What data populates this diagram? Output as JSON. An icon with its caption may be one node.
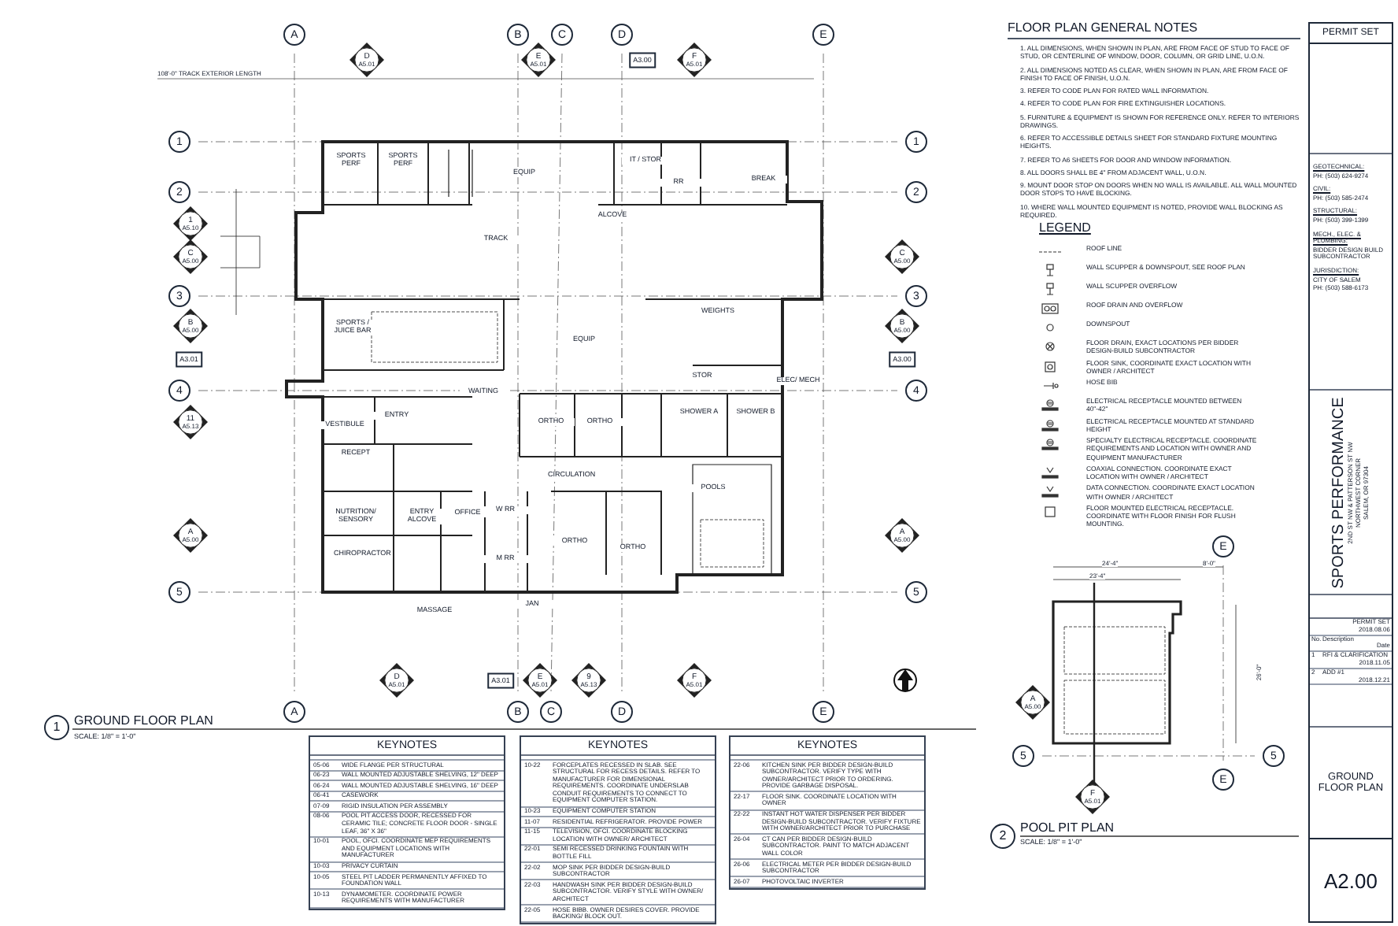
{
  "diagram": {
    "labels": [
      "108'-0\" TRACK EXTERIOR LENGTH",
      "A",
      "B",
      "C",
      "D",
      "E",
      "D",
      "A5.01",
      "E",
      "A5.01",
      "A3.00",
      "F",
      "A5.01",
      "1",
      "2",
      "3",
      "4",
      "5",
      "1",
      "A5.10",
      "C",
      "A5.00",
      "B",
      "A5.00",
      "A3.01",
      "11",
      "A5.13",
      "A",
      "A5.00",
      "1",
      "2",
      "3",
      "4",
      "5",
      "C",
      "A5.00",
      "B",
      "A5.00",
      "A3.00",
      "A",
      "A5.00",
      "SPORTS PERF",
      "SPORTS PERF",
      "EQUIP",
      "IT / STOR",
      "RR",
      "BREAK",
      "ALCOVE",
      "TRACK",
      "SPORTS / JUICE BAR",
      "WEIGHTS",
      "EQUIP",
      "STOR",
      "ELEC/ MECH",
      "WAITING",
      "ENTRY",
      "VESTIBULE",
      "ORTHO",
      "ORTHO",
      "SHOWER A",
      "SHOWER B",
      "RECEPT",
      "CIRCULATION",
      "POOLS",
      "NUTRITION/ SENSORY",
      "ENTRY ALCOVE",
      "OFFICE",
      "W RR",
      "M RR",
      "ORTHO",
      "ORTHO",
      "CHIROPRACTOR",
      "MASSAGE",
      "JAN",
      "D",
      "A5.01",
      "A3.01",
      "E",
      "A5.01",
      "9",
      "A5.13",
      "F",
      "A5.01",
      "A",
      "B",
      "C",
      "D",
      "E",
      "1",
      "GROUND FLOOR PLAN",
      "SCALE: 1/8\" = 1'-0\"",
      "KEYNOTES",
      "05-06",
      "WIDE FLANGE PER STRUCTURAL",
      "06-23",
      "WALL MOUNTED ADJUSTABLE SHELVING, 12\" DEEP",
      "06-24",
      "WALL MOUNTED ADJUSTABLE SHELVING, 16\" DEEP",
      "06-41",
      "CASEWORK",
      "07-09",
      "RIGID INSULATION PER ASSEMBLY",
      "08-06",
      "POOL PIT ACCESS DOOR, RECESSED FOR CERAMIC TILE; CONCRETE FLOOR DOOR - SINGLE LEAF, 36\" X 36\"",
      "10-01",
      "POOL, OFCI. COORDINATE MEP REQUIREMENTS AND EQUIPMENT LOCATIONS WITH MANUFACTURER",
      "10-03",
      "PRIVACY CURTAIN",
      "10-05",
      "STEEL PIT LADDER PERMANENTLY AFFIXED TO FOUNDATION WALL",
      "10-13",
      "DYNAMOMETER. COORDINATE POWER REQUIREMENTS WITH MANUFACTURER",
      "KEYNOTES",
      "10-22",
      "FORCEPLATES RECESSED IN SLAB. SEE STRUCTURAL FOR RECESS DETAILS. REFER TO MANUFACTURER FOR DIMENSIONAL REQUIREMENTS. COORDINATE UNDERSLAB CONDUIT REQUIREMENTS TO CONNECT TO EQUIPMENT COMPUTER STATION.",
      "10-23",
      "EQUIPMENT COMPUTER STATION",
      "11-07",
      "RESIDENTIAL REFRIGERATOR. PROVIDE POWER",
      "11-15",
      "TELEVISION, OFCI. COORDINATE BLOCKING LOCATION WITH OWNER/ ARCHITECT",
      "22-01",
      "SEMI RECESSED DRINKING FOUNTAIN WITH BOTTLE FILL",
      "22-02",
      "MOP SINK PER BIDDER DESIGN-BUILD SUBCONTRACTOR",
      "22-03",
      "HANDWASH SINK PER BIDDER DESIGN-BUILD SUBCONTRACTOR. VERIFY STYLE WITH OWNER/ ARCHITECT",
      "22-05",
      "HOSE BIBB. OWNER DESIRES COVER. PROVIDE BACKING/ BLOCK OUT.",
      "KEYNOTES",
      "22-06",
      "KITCHEN SINK PER BIDDER DESIGN-BUILD SUBCONTRACTOR. VERIFY TYPE WITH OWNER/ARCHITECT PRIOR TO ORDERING. PROVIDE GARBAGE DISPOSAL.",
      "22-17",
      "FLOOR SINK. COORDINATE LOCATION WITH OWNER",
      "22-22",
      "INSTANT HOT WATER DISPENSER PER BIDDER DESIGN-BUILD SUBCONTRACTOR. VERIFY FIXTURE WITH OWNER/ARCHITECT PRIOR TO PURCHASE",
      "26-04",
      "CT CAN PER BIDDER DESIGN-BUILD SUBCONTRACTOR. PAINT TO MATCH ADJACENT WALL COLOR",
      "26-06",
      "ELECTRICAL METER PER BIDDER DESIGN-BUILD SUBCONTRACTOR",
      "26-07",
      "PHOTOVOLTAIC INVERTER",
      "FLOOR PLAN GENERAL NOTES",
      "1. ALL DIMENSIONS, WHEN SHOWN IN PLAN, ARE FROM FACE OF STUD TO FACE OF STUD, OR CENTERLINE OF WINDOW, DOOR, COLUMN, OR GRID LINE, U.O.N.",
      "2. ALL DIMENSIONS NOTED AS CLEAR, WHEN SHOWN IN PLAN, ARE FROM FACE OF FINISH TO FACE OF FINISH, U.O.N.",
      "3. REFER TO CODE PLAN FOR RATED WALL INFORMATION.",
      "4. REFER TO CODE PLAN FOR FIRE EXTINGUISHER LOCATIONS.",
      "5. FURNITURE & EQUIPMENT IS SHOWN FOR REFERENCE ONLY. REFER TO INTERIORS DRAWINGS.",
      "6. REFER TO ACCESSIBLE DETAILS SHEET FOR STANDARD FIXTURE MOUNTING HEIGHTS.",
      "7. REFER TO A6 SHEETS FOR DOOR AND WINDOW INFORMATION.",
      "8. ALL DOORS SHALL BE 4\" FROM ADJACENT WALL, U.O.N.",
      "9. MOUNT DOOR STOP ON DOORS WHEN NO WALL IS AVAILABLE. ALL WALL MOUNTED DOOR STOPS TO HAVE BLOCKING.",
      "10. WHERE WALL MOUNTED EQUIPMENT IS NOTED, PROVIDE WALL BLOCKING AS REQUIRED.",
      "LEGEND",
      "E",
      "24'-4\"",
      "8'-0\"",
      "23'-4\"",
      "26'-0\"",
      "A",
      "A5.00",
      "5",
      "5",
      "E",
      "F",
      "A5.01",
      "2",
      "POOL PIT PLAN",
      "SCALE: 1/8\" = 1'-0\"",
      "PERMIT SET",
      "GEOTECHNICAL:",
      "PH: (503) 624-9274",
      "CIVIL:",
      "PH: (503) 585-2474",
      "STRUCTURAL:",
      "PH: (503) 399-1399",
      "MECH., ELEC. & PLUMBING:",
      "BIDDER DESIGN BUILD SUBCONTRACTOR",
      "JURISDICTION:",
      "CITY OF SALEM",
      "PH: (503) 588-6173",
      "SPORTS PERFORMANCE",
      "2ND ST NW & PATTERSON ST NW",
      "NORTHWEST CORNER",
      "SALEM, OR 97304",
      "PERMIT SET",
      "2018.08.06",
      "No.",
      "Description",
      "Date",
      "1",
      "RFI & CLARIFICATION",
      "2018.11.05",
      "2",
      "ADD #1",
      "2018.12.21",
      "GROUND FLOOR PLAN",
      "A2.00"
    ],
    "legend": [
      {
        "text": "ROOF LINE"
      },
      {
        "text": "WALL SCUPPER & DOWNSPOUT, SEE ROOF PLAN"
      },
      {
        "text": "WALL SCUPPER OVERFLOW"
      },
      {
        "text": "ROOF DRAIN AND OVERFLOW"
      },
      {
        "text": "DOWNSPOUT"
      },
      {
        "text": "FLOOR DRAIN, EXACT LOCATIONS PER BIDDER DESIGN-BUILD SUBCONTRACTOR"
      },
      {
        "text": "FLOOR SINK, COORDINATE EXACT LOCATION WITH OWNER / ARCHITECT"
      },
      {
        "text": "HOSE BIB"
      },
      {
        "text": "ELECTRICAL RECEPTACLE MOUNTED BETWEEN 40\"-42\""
      },
      {
        "text": "ELECTRICAL RECEPTACLE MOUNTED AT STANDARD HEIGHT"
      },
      {
        "text": "SPECIALTY ELECTRICAL RECEPTACLE. COORDINATE REQUIREMENTS AND LOCATION WITH OWNER AND EQUIPMENT MANUFACTURER"
      },
      {
        "text": "COAXIAL CONNECTION. COORDINATE EXACT LOCATION WITH OWNER / ARCHITECT"
      },
      {
        "text": "DATA CONNECTION. COORDINATE EXACT LOCATION WITH OWNER / ARCHITECT"
      },
      {
        "text": "FLOOR MOUNTED ELECTRICAL RECEPTACLE. COORDINATE WITH FLOOR FINISH FOR FLUSH MOUNTING."
      }
    ]
  }
}
